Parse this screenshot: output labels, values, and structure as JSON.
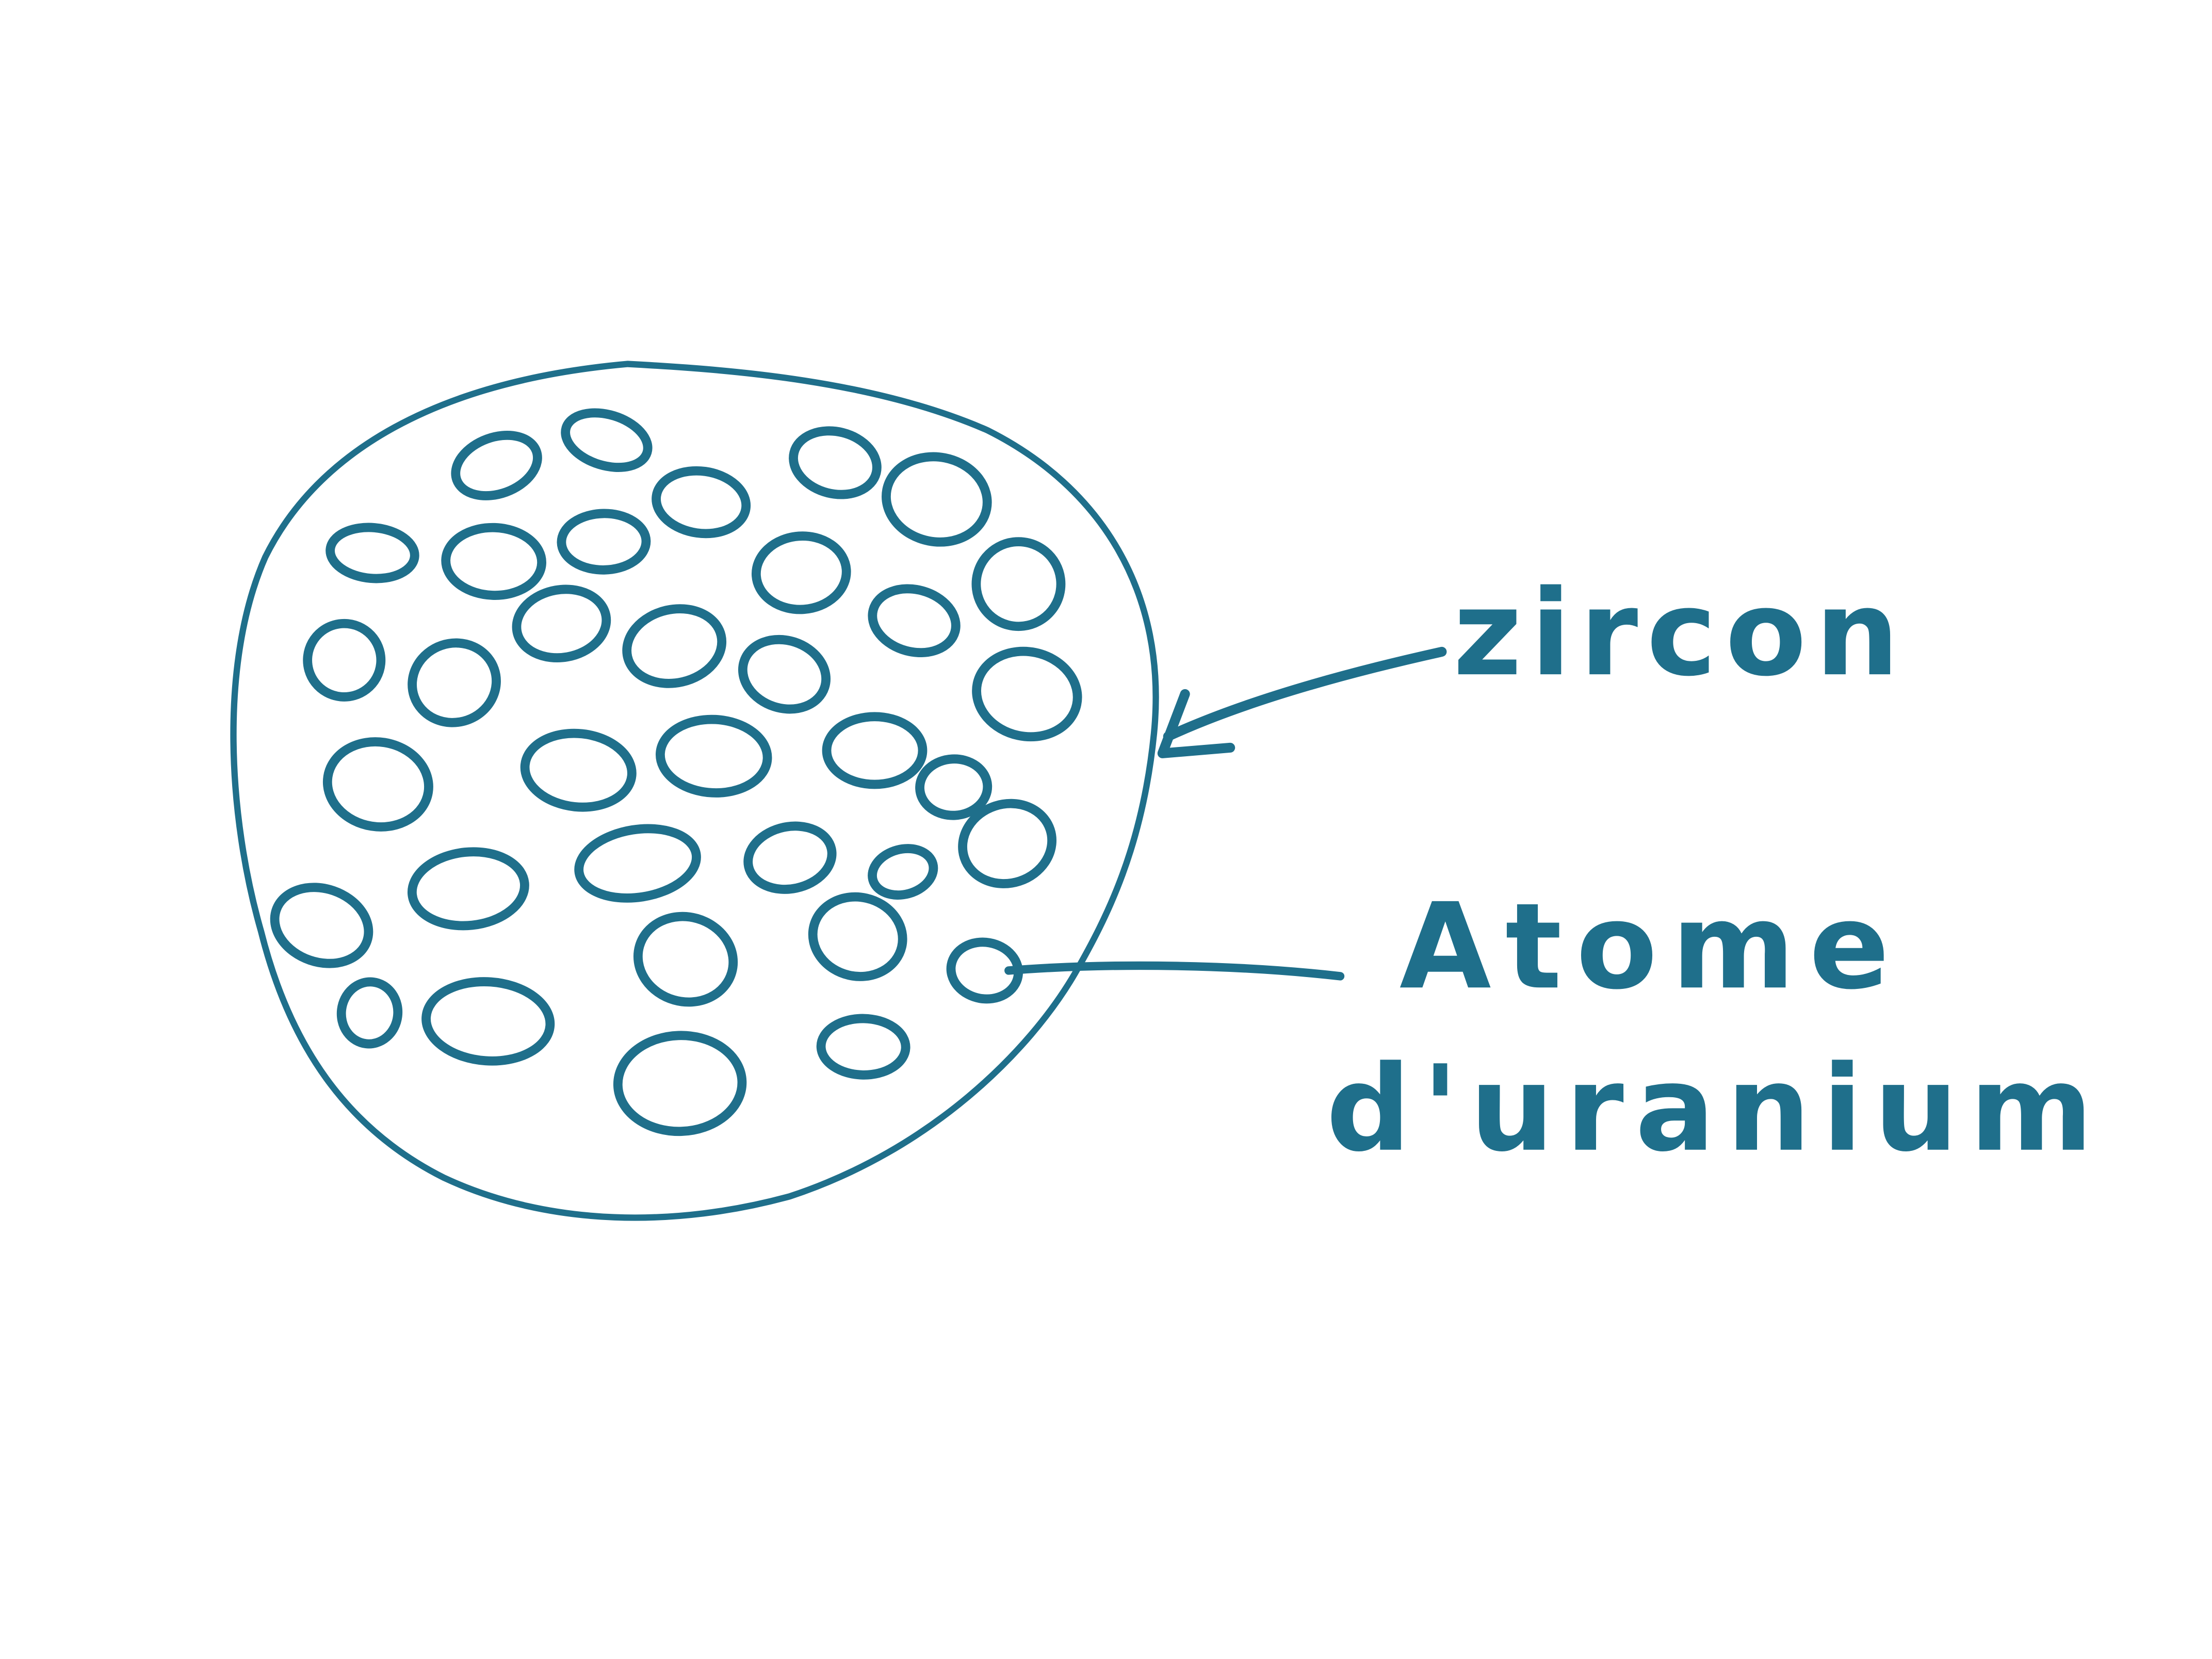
{
  "labels": {
    "crystal": "zircon",
    "atom_line1": "Atome",
    "atom_line2": "d'uranium"
  },
  "colors": {
    "ink": "#1f6f8b",
    "background": "#ffffff"
  }
}
